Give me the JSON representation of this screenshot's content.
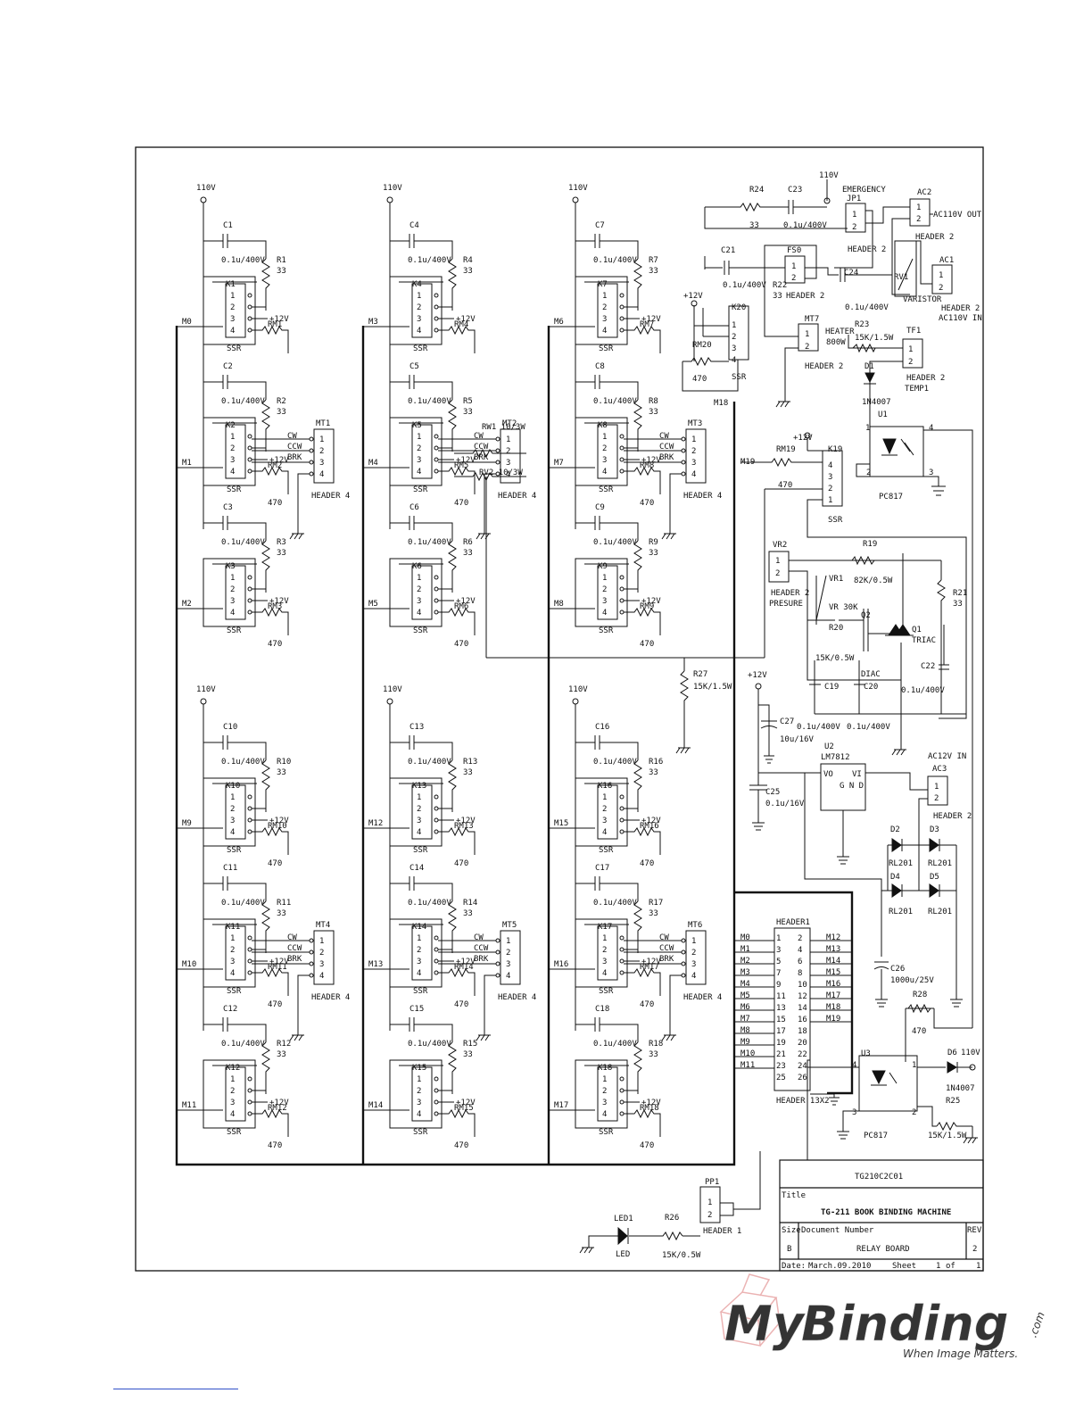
{
  "relay_rows": [
    {
      "voltage": "110V",
      "cells": [
        {
          "module": "K1",
          "cap": "C1",
          "cap_val": "0.1u/400V",
          "res": "R1",
          "res_val": "33",
          "rm": "RM1",
          "rm_val": "",
          "ctrl": "M0",
          "vcc": "+12V",
          "ssr": "SSR"
        },
        {
          "module": "K2",
          "cap": "C2",
          "cap_val": "0.1u/400V",
          "res": "R2",
          "res_val": "33",
          "rm": "RM2",
          "rm_val": "470",
          "ctrl": "M1",
          "vcc": "+12V",
          "ssr": "SSR"
        },
        {
          "module": "K3",
          "cap": "C3",
          "cap_val": "0.1u/400V",
          "res": "R3",
          "res_val": "33",
          "rm": "RM3",
          "rm_val": "470",
          "ctrl": "M2",
          "vcc": "+12V",
          "ssr": "SSR"
        }
      ],
      "motor": {
        "name": "MT1",
        "header": "HEADER 4"
      }
    },
    {
      "voltage": "110V",
      "cells": [
        {
          "module": "K4",
          "cap": "C4",
          "cap_val": "0.1u/400V",
          "res": "R4",
          "res_val": "33",
          "rm": "RM4",
          "rm_val": "",
          "ctrl": "M3",
          "vcc": "+12V",
          "ssr": "SSR"
        },
        {
          "module": "K5",
          "cap": "C5",
          "cap_val": "0.1u/400V",
          "res": "R5",
          "res_val": "33",
          "rm": "RM5",
          "rm_val": "470",
          "ctrl": "M4",
          "vcc": "+12V",
          "ssr": "SSR"
        },
        {
          "module": "K6",
          "cap": "C6",
          "cap_val": "0.1u/400V",
          "res": "R6",
          "res_val": "33",
          "rm": "RM6",
          "rm_val": "470",
          "ctrl": "M5",
          "vcc": "+12V",
          "ssr": "SSR"
        }
      ],
      "motor": {
        "name": "MT2",
        "header": "HEADER 4"
      }
    },
    {
      "voltage": "110V",
      "cells": [
        {
          "module": "K7",
          "cap": "C7",
          "cap_val": "0.1u/400V",
          "res": "R7",
          "res_val": "33",
          "rm": "RM7",
          "rm_val": "",
          "ctrl": "M6",
          "vcc": "+12V",
          "ssr": "SSR"
        },
        {
          "module": "K8",
          "cap": "C8",
          "cap_val": "0.1u/400V",
          "res": "R8",
          "res_val": "33",
          "rm": "RM8",
          "rm_val": "470",
          "ctrl": "M7",
          "vcc": "+12V",
          "ssr": "SSR"
        },
        {
          "module": "K9",
          "cap": "C9",
          "cap_val": "0.1u/400V",
          "res": "R9",
          "res_val": "33",
          "rm": "RM9",
          "rm_val": "470",
          "ctrl": "M8",
          "vcc": "+12V",
          "ssr": "SSR"
        }
      ],
      "motor": {
        "name": "MT3",
        "header": "HEADER 4"
      }
    },
    {
      "voltage": "110V",
      "cells": [
        {
          "module": "K10",
          "cap": "C10",
          "cap_val": "0.1u/400V",
          "res": "R10",
          "res_val": "33",
          "rm": "RM10",
          "rm_val": "470",
          "ctrl": "M9",
          "vcc": "+12V",
          "ssr": "SSR"
        },
        {
          "module": "K11",
          "cap": "C11",
          "cap_val": "0.1u/400V",
          "res": "R11",
          "res_val": "33",
          "rm": "RM11",
          "rm_val": "470",
          "ctrl": "M10",
          "vcc": "+12V",
          "ssr": "SSR"
        },
        {
          "module": "K12",
          "cap": "C12",
          "cap_val": "0.1u/400V",
          "res": "R12",
          "res_val": "33",
          "rm": "RM12",
          "rm_val": "470",
          "ctrl": "M11",
          "vcc": "+12V",
          "ssr": "SSR"
        }
      ],
      "motor": {
        "name": "MT4",
        "header": "HEADER 4"
      }
    },
    {
      "voltage": "110V",
      "cells": [
        {
          "module": "K13",
          "cap": "C13",
          "cap_val": "0.1u/400V",
          "res": "R13",
          "res_val": "33",
          "rm": "RM13",
          "rm_val": "470",
          "ctrl": "M12",
          "vcc": "+12V",
          "ssr": "SSR"
        },
        {
          "module": "K14",
          "cap": "C14",
          "cap_val": "0.1u/400V",
          "res": "R14",
          "res_val": "33",
          "rm": "RM14",
          "rm_val": "470",
          "ctrl": "M13",
          "vcc": "+12V",
          "ssr": "SSR"
        },
        {
          "module": "K15",
          "cap": "C15",
          "cap_val": "0.1u/400V",
          "res": "R15",
          "res_val": "33",
          "rm": "RM15",
          "rm_val": "470",
          "ctrl": "M14",
          "vcc": "+12V",
          "ssr": "SSR"
        }
      ],
      "motor": {
        "name": "MT5",
        "header": "HEADER 4"
      }
    },
    {
      "voltage": "110V",
      "cells": [
        {
          "module": "K16",
          "cap": "C16",
          "cap_val": "0.1u/400V",
          "res": "R16",
          "res_val": "33",
          "rm": "RM16",
          "rm_val": "470",
          "ctrl": "M15",
          "vcc": "+12V",
          "ssr": "SSR"
        },
        {
          "module": "K17",
          "cap": "C17",
          "cap_val": "0.1u/400V",
          "res": "R17",
          "res_val": "33",
          "rm": "RM17",
          "rm_val": "470",
          "ctrl": "M16",
          "vcc": "+12V",
          "ssr": "SSR"
        },
        {
          "module": "K18",
          "cap": "C18",
          "cap_val": "0.1u/400V",
          "res": "R18",
          "res_val": "33",
          "rm": "RM18",
          "rm_val": "470",
          "ctrl": "M17",
          "vcc": "+12V",
          "ssr": "SSR"
        }
      ],
      "motor": {
        "name": "MT6",
        "header": "HEADER 4"
      }
    }
  ],
  "motor_pins": [
    "CW",
    "CCW",
    "BRK"
  ],
  "pins4": [
    "1",
    "2",
    "3",
    "4"
  ],
  "rw": {
    "rw1": "RW1 10/3W",
    "rw2": "RV2 10/3W"
  },
  "top_right": {
    "v110": "110V",
    "r24": "R24",
    "r24_val": "33",
    "c23": "C23",
    "c23_val": "0.1u/400V",
    "emergency": "EMERGENCY",
    "jp1": "JP1",
    "jp1_header": "HEADER 2",
    "ac2": "AC2",
    "ac2_label": "AC110V OUT",
    "ac2_header": "HEADER 2",
    "c21": "C21",
    "c21_val": "0.1u/400V",
    "fs0": "FS0",
    "r22": "R22",
    "r22_val": "33",
    "fs0_header": "HEADER 2",
    "c24": "C24",
    "c24_val": "0.1u/400V",
    "rv1": "RV1",
    "varistor": "VARISTOR",
    "ac1": "AC1",
    "ac1_header": "HEADER 2",
    "ac1_label": "AC110V IN",
    "v12": "+12V",
    "k20": "K20",
    "rm20": "RM20",
    "rm20_val": "470",
    "k20_ssr": "SSR",
    "mt7": "MT7",
    "heater": "HEATER",
    "heater_w": "800W",
    "mt7_header": "HEADER 2",
    "m18": "M18",
    "r23": "R23",
    "r23_val": "15K/1.5W",
    "tf1": "TF1",
    "tf1_header": "HEADER 2",
    "temp": "TEMP1",
    "d1": "D1",
    "d1_val": "1N4007",
    "u1": "U1",
    "u1_name": "PC817",
    "m19": "M19",
    "rm19": "RM19",
    "rm19_val": "470",
    "k19": "K19",
    "k19_v": "+12V",
    "k19_ssr": "SSR",
    "vr2": "VR2",
    "vr2_header": "HEADER 2",
    "presure": "PRESURE",
    "vr1": "VR1",
    "vr1_val": "VR 30K",
    "r19": "R19",
    "r19_val": "82K/0.5W",
    "r21": "R21",
    "r21_val": "33",
    "r20": "R20",
    "r20_val": "15K/0.5W",
    "q2": "Q2",
    "diac": "DIAC",
    "q1": "Q1",
    "triac": "TRIAC",
    "c19": "C19",
    "c20": "C20",
    "c22": "C22",
    "c19_val": "0.1u/400V",
    "c20_val": "0.1u/400V",
    "c22_val": "0.1u/400V"
  },
  "r27": {
    "name": "R27",
    "val": "15K/1.5W"
  },
  "power": {
    "v12": "+12V",
    "c27": "C27",
    "c27_val": "10u/16V",
    "u2": "U2",
    "u2_name": "LM7812",
    "vo": "VO",
    "vi": "VI",
    "gnd": "G\nN\nD",
    "c25": "C25",
    "c25_val": "0.1u/16V",
    "ac3_label": "AC12V IN",
    "ac3": "AC3",
    "ac3_header": "HEADER 2",
    "d2": "D2",
    "d3": "D3",
    "d4": "D4",
    "d5": "D5",
    "diode_val": "RL201",
    "c26": "C26",
    "c26_val": "1000u/25V"
  },
  "header1": {
    "title": "HEADER1",
    "left_nets": [
      "M0",
      "M1",
      "M2",
      "M3",
      "M4",
      "M5",
      "M6",
      "M7",
      "M8",
      "M9",
      "M10",
      "M11"
    ],
    "right_nets": [
      "M12",
      "M13",
      "M14",
      "M15",
      "M16",
      "M17",
      "M18",
      "M19"
    ],
    "left_pins": [
      "1",
      "3",
      "5",
      "7",
      "9",
      "11",
      "13",
      "15",
      "17",
      "19",
      "21",
      "23",
      "25"
    ],
    "right_pins": [
      "2",
      "4",
      "6",
      "8",
      "10",
      "12",
      "14",
      "16",
      "18",
      "20",
      "22",
      "24",
      "26"
    ],
    "footer": "HEADER 13X2"
  },
  "bottom_right": {
    "r28": "R28",
    "r28_val": "470",
    "u3": "U3",
    "u3_name": "PC817",
    "d6": "D6",
    "d6_val": "1N4007",
    "v110": "110V",
    "r25": "R25",
    "r25_val": "15K/1.5W"
  },
  "led": {
    "pp1": "PP1",
    "pp1_header": "HEADER 1",
    "led1": "LED1",
    "led": "LED",
    "r26": "R26",
    "r26_val": "15K/0.5W"
  },
  "title_block": {
    "code": "TG210C2C01",
    "title_label": "Title",
    "title": "TG-211 BOOK BINDING MACHINE",
    "size_label": "Size",
    "size": "B",
    "docnum_label": "Document Number",
    "docnum": "RELAY BOARD",
    "rev_label": "REV",
    "rev": "2",
    "date_label": "Date:",
    "date": "March.09.2010",
    "sheet_label": "Sheet",
    "sheet": "1",
    "of_label": "of",
    "of": "1"
  },
  "watermark": {
    "brand_a": "My",
    "brand_b": "Binding",
    "tld": ".com",
    "tagline": "When Image Matters."
  }
}
